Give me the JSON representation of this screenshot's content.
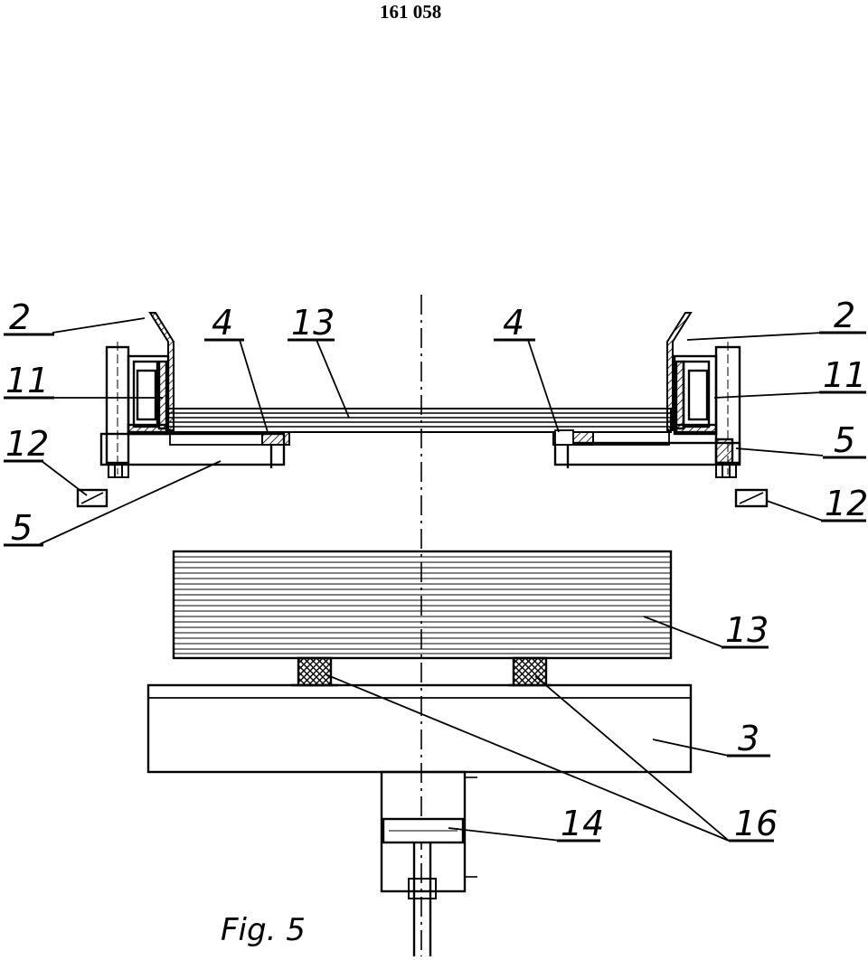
{
  "header": {
    "patent_number": "161 058"
  },
  "figure": {
    "caption": "Fig. 5"
  },
  "callouts": {
    "l2": "2",
    "l4": "4",
    "l13_top": "13",
    "l4_right": "4",
    "r2": "2",
    "l11": "11",
    "r11": "11",
    "l12": "12",
    "r5": "5",
    "r12": "12",
    "l5": "5",
    "r13": "13",
    "r3": "3",
    "r14": "14",
    "r16": "16"
  }
}
